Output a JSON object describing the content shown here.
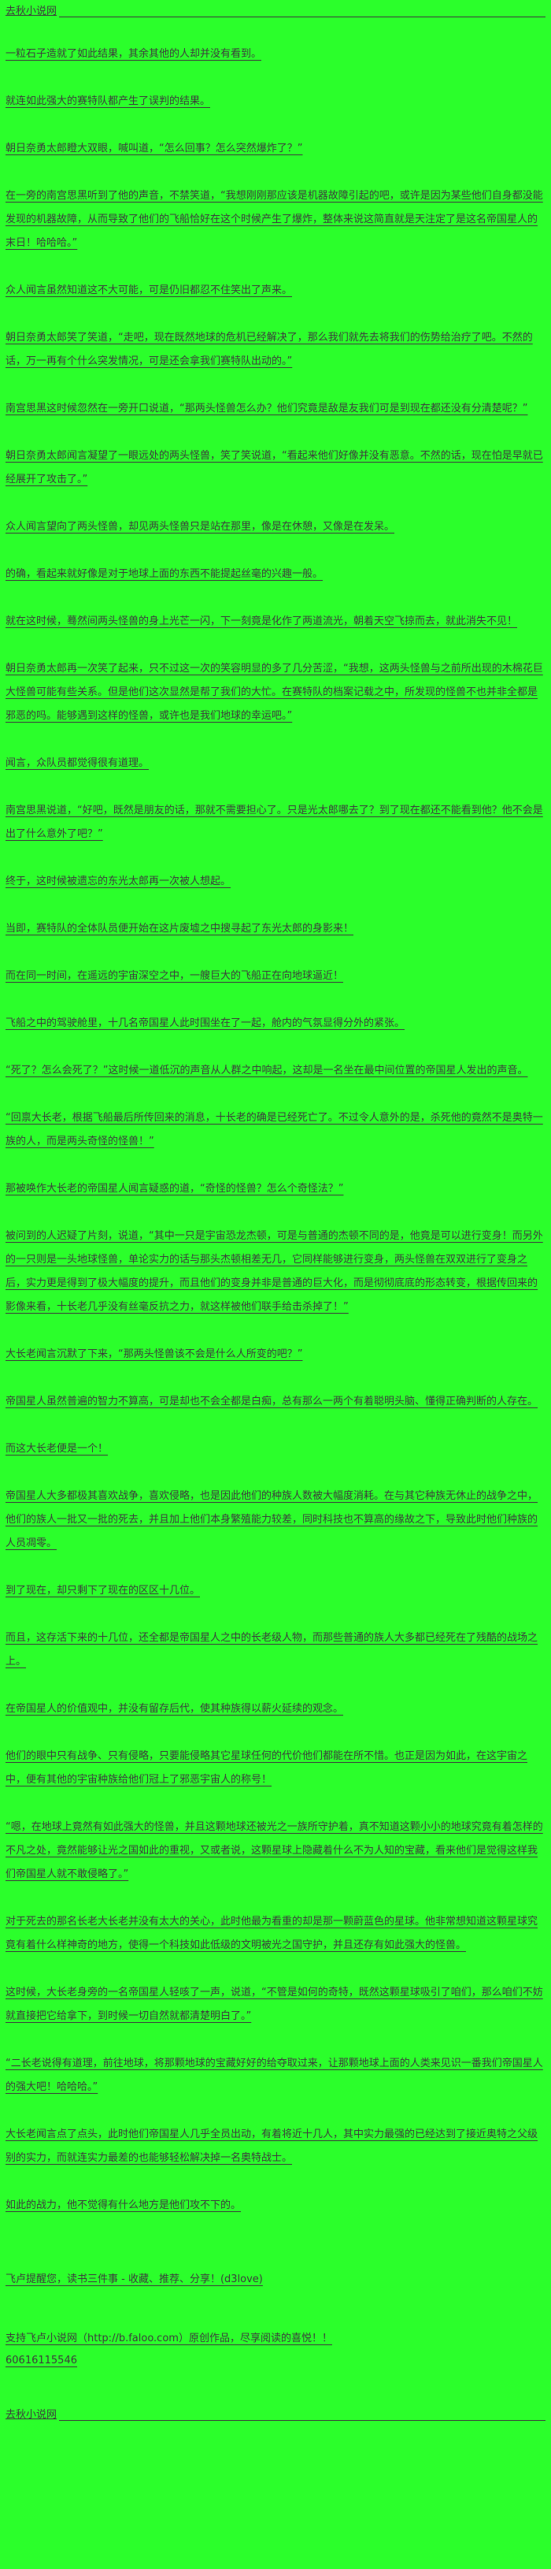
{
  "colors": {
    "background": "#2bff2b",
    "text": "#3c3c3c"
  },
  "header": {
    "site_name": "去秋小说网"
  },
  "paragraphs": [
    "一粒石子造就了如此结果，其余其他的人却并没有看到。",
    "就连如此强大的赛特队都产生了误判的结果。",
    "朝日奈勇太郎瞪大双眼，喊叫道，“怎么回事？怎么突然爆炸了？”",
    "在一旁的南宫思黑听到了他的声音，不禁笑道，“我想刚刚那应该是机器故障引起的吧，或许是因为某些他们自身都没能发现的机器故障，从而导致了他们的飞船恰好在这个时候产生了爆炸，整体来说这简直就是天注定了是这名帝国星人的末日！哈哈哈。”",
    "众人闻言虽然知道这不大可能，可是仍旧都忍不住笑出了声来。",
    "朝日奈勇太郎笑了笑道，“走吧，现在既然地球的危机已经解决了，那么我们就先去将我们的伤势给治疗了吧。不然的话，万一再有个什么突发情况，可是还会拿我们赛特队出动的。”",
    "南宫思黑这时候忽然在一旁开口说道，“那两头怪兽怎么办？他们究竟是敌是友我们可是到现在都还没有分清楚呢？”",
    "朝日奈勇太郎闻言凝望了一眼远处的两头怪兽，笑了笑说道，“看起来他们好像并没有恶意。不然的话，现在怕是早就已经展开了攻击了。”",
    "众人闻言望向了两头怪兽，却见两头怪兽只是站在那里，像是在休憩，又像是在发呆。",
    "的确，看起来就好像是对于地球上面的东西不能提起丝毫的兴趣一般。",
    "就在这时候，蓦然间两头怪兽的身上光芒一闪，下一刻竟是化作了两道流光，朝着天空飞掠而去，就此消失不见！",
    "朝日奈勇太郎再一次笑了起来，只不过这一次的笑容明显的多了几分苦涩，“我想，这两头怪兽与之前所出现的木棉花巨大怪兽可能有些关系。但是他们这次显然是帮了我们的大忙。在赛特队的档案记载之中，所发现的怪兽不也并非全都是邪恶的吗。能够遇到这样的怪兽，或许也是我们地球的幸运吧。”",
    "闻言，众队员都觉得很有道理。",
    "南宫思黑说道，“好吧，既然是朋友的话，那就不需要担心了。只是光太郎哪去了？到了现在都还不能看到他？他不会是出了什么意外了吧？”",
    "终于，这时候被遗忘的东光太郎再一次被人想起。",
    "当即，赛特队的全体队员便开始在这片废墟之中搜寻起了东光太郎的身影来！",
    "而在同一时间，在遥远的宇宙深空之中，一艘巨大的飞船正在向地球逼近！",
    "飞船之中的驾驶舱里，十几名帝国星人此时围坐在了一起，舱内的气氛显得分外的紧张。",
    "“死了？怎么会死了？”这时候一道低沉的声音从人群之中响起，这却是一名坐在最中间位置的帝国星人发出的声音。",
    "“回禀大长老，根据飞船最后所传回来的消息，十长老的确是已经死亡了。不过令人意外的是，杀死他的竟然不是奥特一族的人，而是两头奇怪的怪兽！”",
    "那被唤作大长老的帝国星人闻言疑惑的道，“奇怪的怪兽？怎么个奇怪法？”",
    "被问到的人迟疑了片刻，说道，“其中一只是宇宙恐龙杰顿，可是与普通的杰顿不同的是，他竟是可以进行变身！而另外的一只则是一头地球怪兽，单论实力的话与那头杰顿相差无几，它同样能够进行变身，两头怪兽在双双进行了变身之后，实力更是得到了极大幅度的提升，而且他们的变身并非是普通的巨大化，而是彻彻底底的形态转变，根据传回来的影像来看，十长老几乎没有丝毫反抗之力，就这样被他们联手给击杀掉了！”",
    "大长老闻言沉默了下来，“那两头怪兽该不会是什么人所变的吧？”",
    "帝国星人虽然普遍的智力不算高，可是却也不会全都是白痴，总有那么一两个有着聪明头脑、懂得正确判断的人存在。",
    "而这大长老便是一个！",
    "帝国星人大多都极其喜欢战争，喜欢侵略，也是因此他们的种族人数被大幅度消耗。在与其它种族无休止的战争之中，他们的族人一批又一批的死去，并且加上他们本身繁殖能力较差，同时科技也不算高的缘故之下，导致此时他们种族的人员凋零。",
    "到了现在，却只剩下了现在的区区十几位。",
    "而且，这存活下来的十几位，还全都是帝国星人之中的长老级人物，而那些普通的族人大多都已经死在了残酷的战场之上。",
    "在帝国星人的价值观中，并没有留存后代，使其种族得以薪火延续的观念。",
    "他们的眼中只有战争、只有侵略，只要能侵略其它星球任何的代价他们都能在所不惜。也正是因为如此，在这宇宙之中，便有其他的宇宙种族给他们冠上了邪恶宇宙人的称号！",
    "“嗯，在地球上竟然有如此强大的怪兽，并且这颗地球还被光之一族所守护着，真不知道这颗小小的地球究竟有着怎样的不凡之处，竟然能够让光之国如此的重视，又或者说，这颗星球上隐藏着什么不为人知的宝藏，看来他们是觉得这样我们帝国星人就不敢侵略了。”",
    "对于死去的那名长老大长老并没有太大的关心，此时他最为看重的却是那一颗蔚蓝色的星球。他非常想知道这颗星球究竟有着什么样神奇的地方，使得一个科技如此低级的文明被光之国守护，并且还存有如此强大的怪兽。",
    "这时候，大长老身旁的一名帝国星人轻咳了一声，说道，“不管是如何的奇特，既然这颗星球吸引了咱们，那么咱们不妨就直接把它给拿下，到时候一切自然就都清楚明白了。”",
    "“二长老说得有道理，前往地球，将那颗地球的宝藏好好的给夺取过来，让那颗地球上面的人类来见识一番我们帝国星人的强大吧！哈哈哈。”",
    "大长老闻言点了点头，此时他们帝国星人几乎全员出动，有着将近十几人，其中实力最强的已经达到了接近奥特之父级别的实力，而就连实力最差的也能够轻松解决掉一名奥特战士。",
    "如此的战力，他不觉得有什么地方是他们攻不下的。"
  ],
  "reminder": "飞卢提醒您，读书三件事 - 收藏、推荐、分享！(d3love)",
  "footer": {
    "support": "支持飞卢小说网（http://b.faloo.com）原创作品，尽享阅读的喜悦！！",
    "code": "60616115546",
    "site_name": "去秋小说网"
  }
}
